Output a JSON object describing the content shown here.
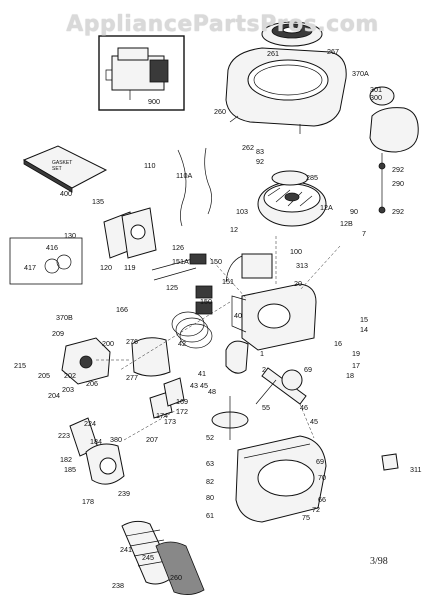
{
  "watermark": "AppliancePartsPros.com",
  "revision": "3/98",
  "gasket_set_label": "GASKET\nSET",
  "labels": [
    {
      "t": "261"
    },
    {
      "t": "267"
    },
    {
      "t": "370A"
    },
    {
      "t": "260"
    },
    {
      "t": "301"
    },
    {
      "t": "300"
    },
    {
      "t": "900"
    },
    {
      "t": "400"
    },
    {
      "t": "262"
    },
    {
      "t": "83"
    },
    {
      "t": "92"
    },
    {
      "t": "285"
    },
    {
      "t": "110"
    },
    {
      "t": "110A"
    },
    {
      "t": "292"
    },
    {
      "t": "290"
    },
    {
      "t": "292"
    },
    {
      "t": "135"
    },
    {
      "t": "103"
    },
    {
      "t": "90"
    },
    {
      "t": "12A"
    },
    {
      "t": "12B"
    },
    {
      "t": "12"
    },
    {
      "t": "7"
    },
    {
      "t": "130"
    },
    {
      "t": "120"
    },
    {
      "t": "119"
    },
    {
      "t": "126"
    },
    {
      "t": "100"
    },
    {
      "t": "151A"
    },
    {
      "t": "150"
    },
    {
      "t": "416"
    },
    {
      "t": "417"
    },
    {
      "t": "313"
    },
    {
      "t": "20"
    },
    {
      "t": "125"
    },
    {
      "t": "151"
    },
    {
      "t": "370B"
    },
    {
      "t": "166"
    },
    {
      "t": "150"
    },
    {
      "t": "15"
    },
    {
      "t": "14"
    },
    {
      "t": "209"
    },
    {
      "t": "200"
    },
    {
      "t": "276"
    },
    {
      "t": "40"
    },
    {
      "t": "42"
    },
    {
      "t": "1"
    },
    {
      "t": "16"
    },
    {
      "t": "19"
    },
    {
      "t": "215"
    },
    {
      "t": "205"
    },
    {
      "t": "202"
    },
    {
      "t": "206"
    },
    {
      "t": "204"
    },
    {
      "t": "203"
    },
    {
      "t": "277"
    },
    {
      "t": "41"
    },
    {
      "t": "2"
    },
    {
      "t": "69"
    },
    {
      "t": "18"
    },
    {
      "t": "17"
    },
    {
      "t": "43"
    },
    {
      "t": "45"
    },
    {
      "t": "169"
    },
    {
      "t": "48"
    },
    {
      "t": "172"
    },
    {
      "t": "174"
    },
    {
      "t": "173"
    },
    {
      "t": "224"
    },
    {
      "t": "55"
    },
    {
      "t": "46"
    },
    {
      "t": "45"
    },
    {
      "t": "207"
    },
    {
      "t": "223"
    },
    {
      "t": "184"
    },
    {
      "t": "380"
    },
    {
      "t": "52"
    },
    {
      "t": "182"
    },
    {
      "t": "185"
    },
    {
      "t": "63"
    },
    {
      "t": "69"
    },
    {
      "t": "311"
    },
    {
      "t": "239"
    },
    {
      "t": "82"
    },
    {
      "t": "70"
    },
    {
      "t": "178"
    },
    {
      "t": "80"
    },
    {
      "t": "66"
    },
    {
      "t": "61"
    },
    {
      "t": "75"
    },
    {
      "t": "72"
    },
    {
      "t": "241"
    },
    {
      "t": "245"
    },
    {
      "t": "260"
    },
    {
      "t": "238"
    }
  ]
}
